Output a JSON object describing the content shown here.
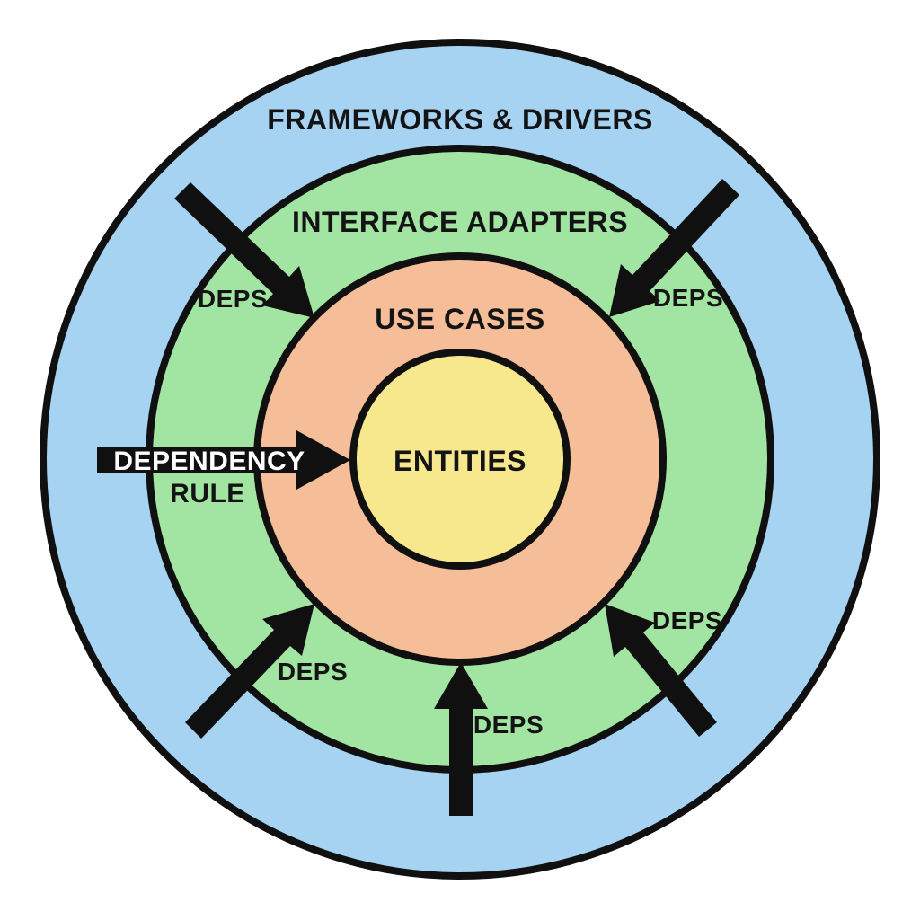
{
  "colors": {
    "background": "#ffffff",
    "outline": "#101010",
    "arrow": "#101010",
    "label_text": "#141414",
    "rule_text_on_arrow": "#ffffff",
    "frameworks_ring": "#a6d3f2",
    "adapters_ring": "#a2e5a2",
    "use_cases_ring": "#f6bd99",
    "entities_circle": "#f8e88d"
  },
  "rings": {
    "frameworks": {
      "label": "FRAMEWORKS & DRIVERS"
    },
    "adapters": {
      "label": "INTERFACE ADAPTERS"
    },
    "use_cases": {
      "label": "USE CASES"
    },
    "entities": {
      "label": "ENTITIES"
    }
  },
  "deps_labels": [
    "DEPS",
    "DEPS",
    "DEPS",
    "DEPS",
    "DEPS"
  ],
  "dependency_rule": {
    "line1": "DEPENDENCY",
    "line2": "RULE"
  }
}
